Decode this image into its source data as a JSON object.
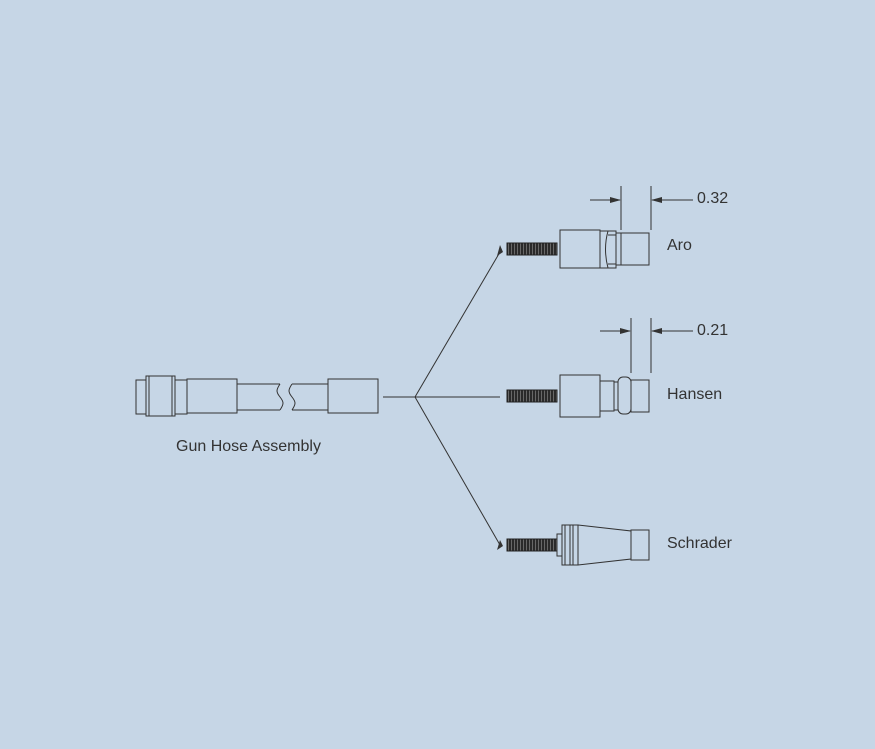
{
  "assembly": {
    "label": "Gun Hose Assembly"
  },
  "fittings": [
    {
      "name": "Aro",
      "dimension": "0.32"
    },
    {
      "name": "Hansen",
      "dimension": "0.21"
    },
    {
      "name": "Schrader",
      "dimension": ""
    }
  ]
}
